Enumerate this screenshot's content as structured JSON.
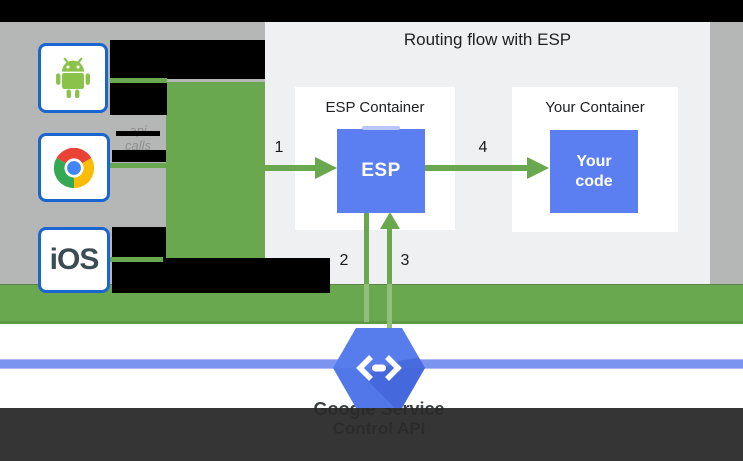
{
  "diagram": {
    "title": "Routing flow with ESP",
    "clients": [
      {
        "id": "android",
        "icon": "android-robot-icon"
      },
      {
        "id": "chrome",
        "icon": "chrome-logo-icon"
      },
      {
        "id": "ios",
        "label": "iOS"
      }
    ],
    "side_label": {
      "line1": "api",
      "line2": "calls"
    },
    "esp_container": {
      "title": "ESP Container",
      "box_label": "ESP"
    },
    "your_container": {
      "title": "Your Container",
      "box_line1": "Your",
      "box_line2": "code"
    },
    "steps": [
      "1",
      "2",
      "3",
      "4"
    ],
    "footer": {
      "line1": "Google Service",
      "line2": "Control API"
    },
    "icons": {
      "endpoints": "cloud-endpoints-hexagon-icon"
    },
    "colors": {
      "flow_green": "#6aa84f",
      "flow_green_light": "#93bf7c",
      "box_blue": "#5b7ef0",
      "hexagon_blue": "#5277e9",
      "connector_line_blue": "#7b94f0",
      "panel_bg": "#eff0f2",
      "side_gray": "#b5b6b6",
      "overlay_black": "#000000",
      "footer_dark": "#2a2a2a",
      "client_border_blue": "#1b65d0",
      "android_green": "#8bc34a"
    }
  }
}
